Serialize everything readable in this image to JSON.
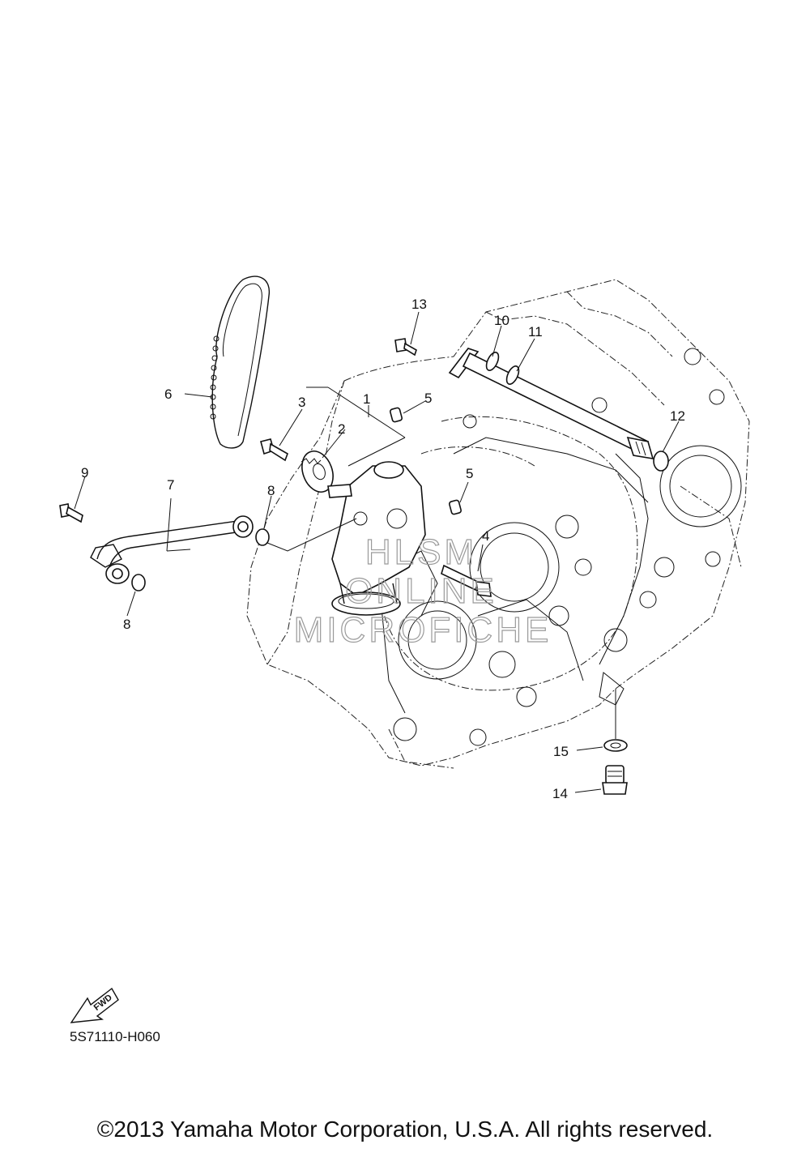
{
  "callouts": [
    "1",
    "2",
    "3",
    "4",
    "5",
    "5",
    "6",
    "7",
    "8",
    "8",
    "9",
    "10",
    "11",
    "12",
    "13",
    "14",
    "15"
  ],
  "watermark": [
    "HLSM",
    "ONLINE",
    "MICROFICHE"
  ],
  "fwd_label": "FWD",
  "diagram_code": "5S71110-H060",
  "copyright": "©2013 Yamaha Motor Corporation, U.S.A. All rights reserved."
}
